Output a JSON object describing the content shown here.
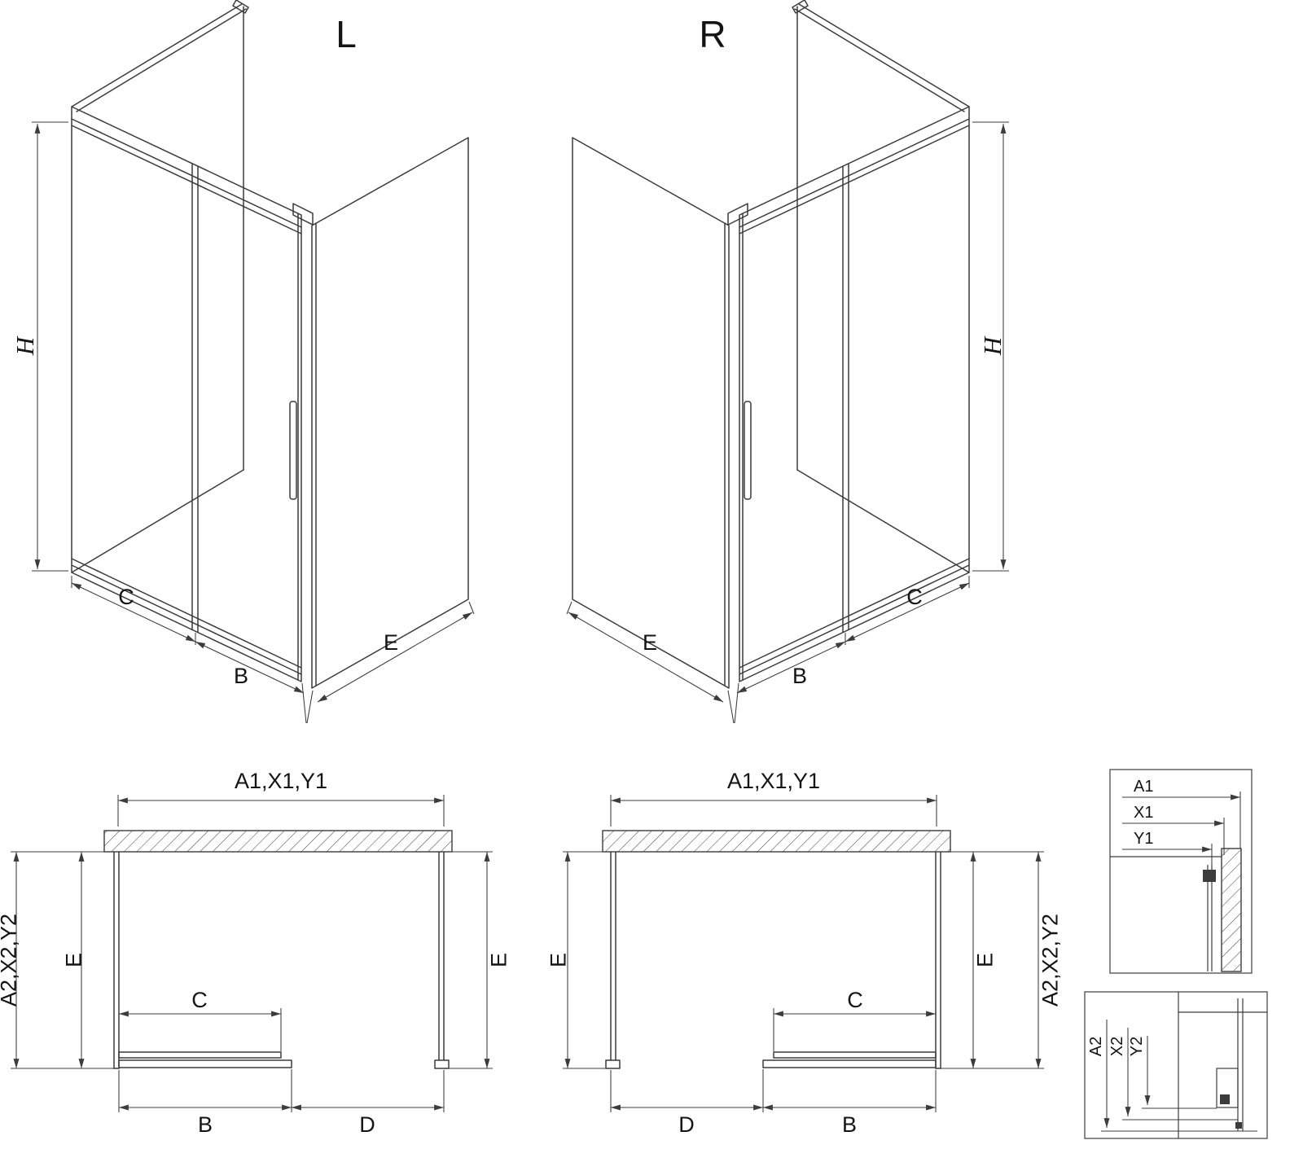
{
  "colors": {
    "line": "#3c3c3c",
    "text": "#141414",
    "background": "#ffffff"
  },
  "iso_left": {
    "label": "L",
    "dim_h": "H",
    "dim_c": "C",
    "dim_b": "B",
    "dim_e": "E"
  },
  "iso_right": {
    "label": "R",
    "dim_h": "H",
    "dim_c": "C",
    "dim_b": "B",
    "dim_e": "E"
  },
  "plan_left": {
    "dim_width": "A1,X1,Y1",
    "dim_depth_outer": "A2,X2,Y2",
    "dim_e_left": "E",
    "dim_e_right": "E",
    "dim_c": "C",
    "dim_b": "B",
    "dim_d": "D"
  },
  "plan_right": {
    "dim_width": "A1,X1,Y1",
    "dim_depth_outer": "A2,X2,Y2",
    "dim_e_left": "E",
    "dim_e_right": "E",
    "dim_c": "C",
    "dim_b": "B",
    "dim_d": "D"
  },
  "detail_top": {
    "dim_a1": "A1",
    "dim_x1": "X1",
    "dim_y1": "Y1"
  },
  "detail_bottom": {
    "dim_a2": "A2",
    "dim_x2": "X2",
    "dim_y2": "Y2"
  }
}
